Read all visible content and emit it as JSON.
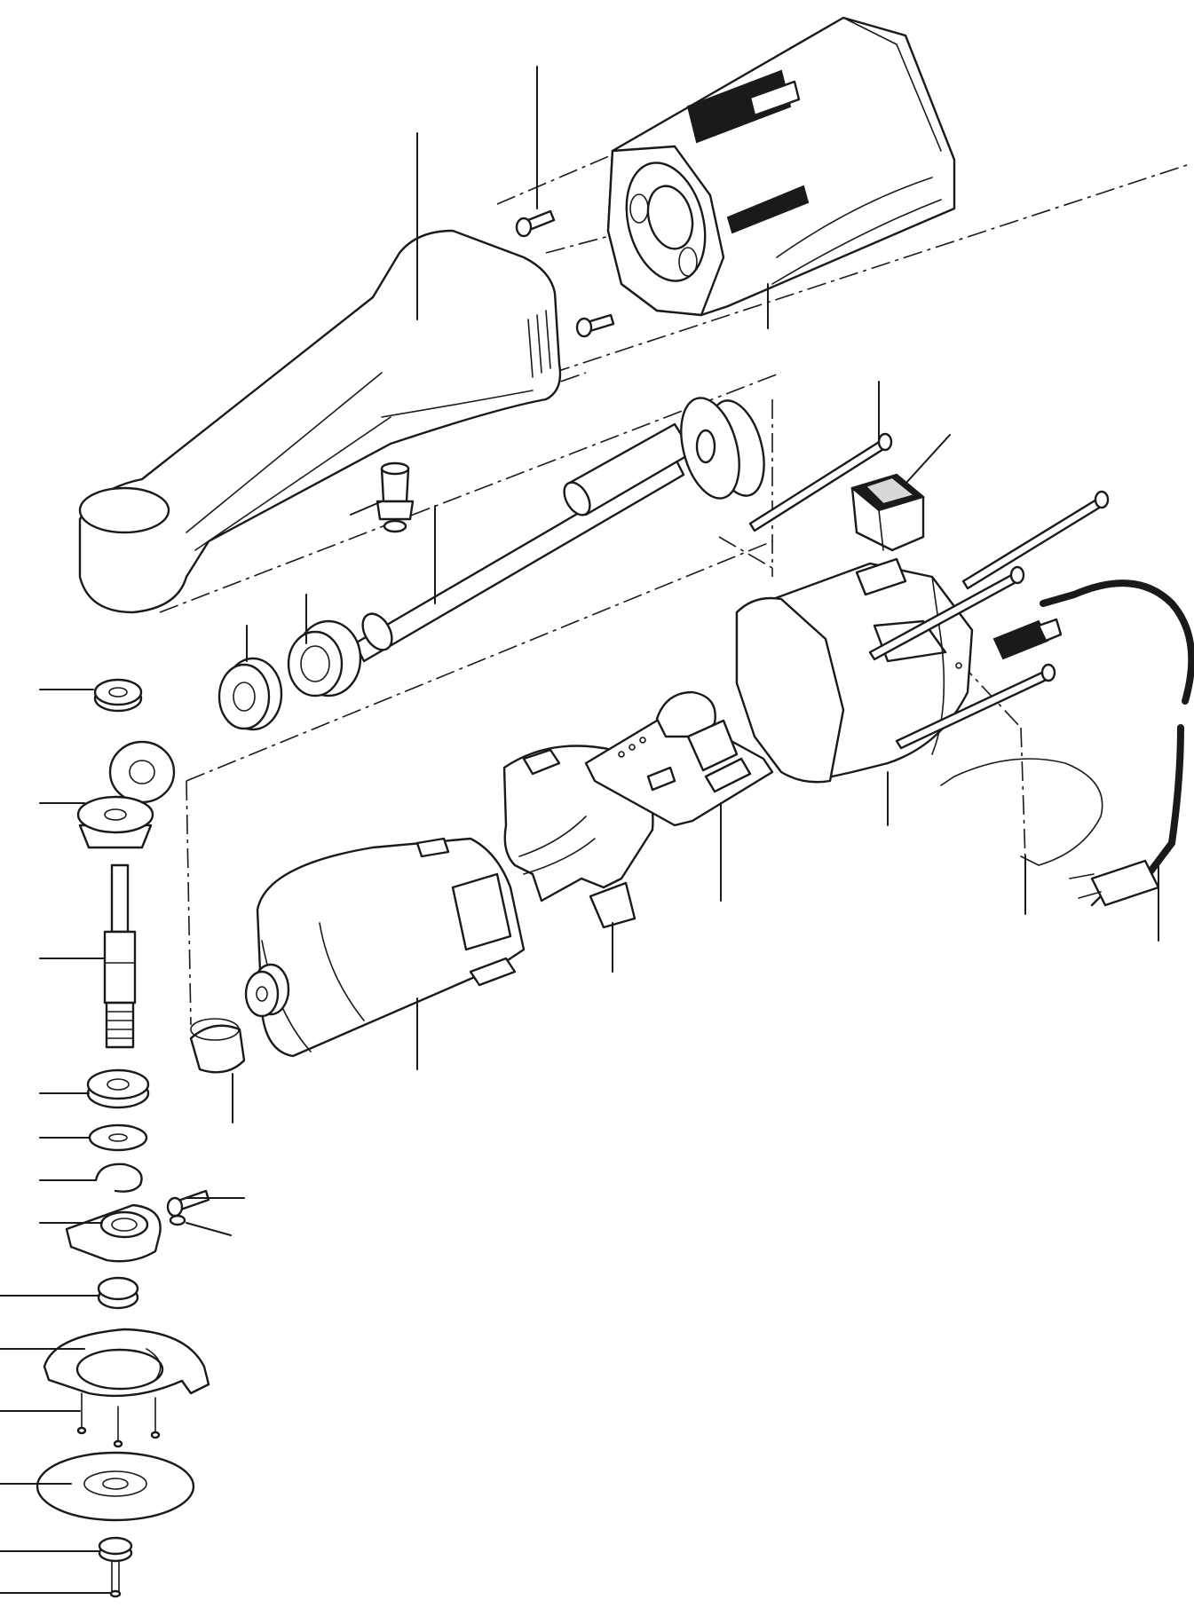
{
  "diagram": {
    "label_text": [],
    "parts": [
      "motor-housing",
      "rear-cover",
      "gear-head-housing",
      "armature-shaft",
      "bevel-gear-wheel",
      "switch",
      "cord-plug",
      "circuit-board",
      "brush-holder",
      "motor",
      "spindle",
      "wheel-guard",
      "grinding-disc"
    ]
  }
}
